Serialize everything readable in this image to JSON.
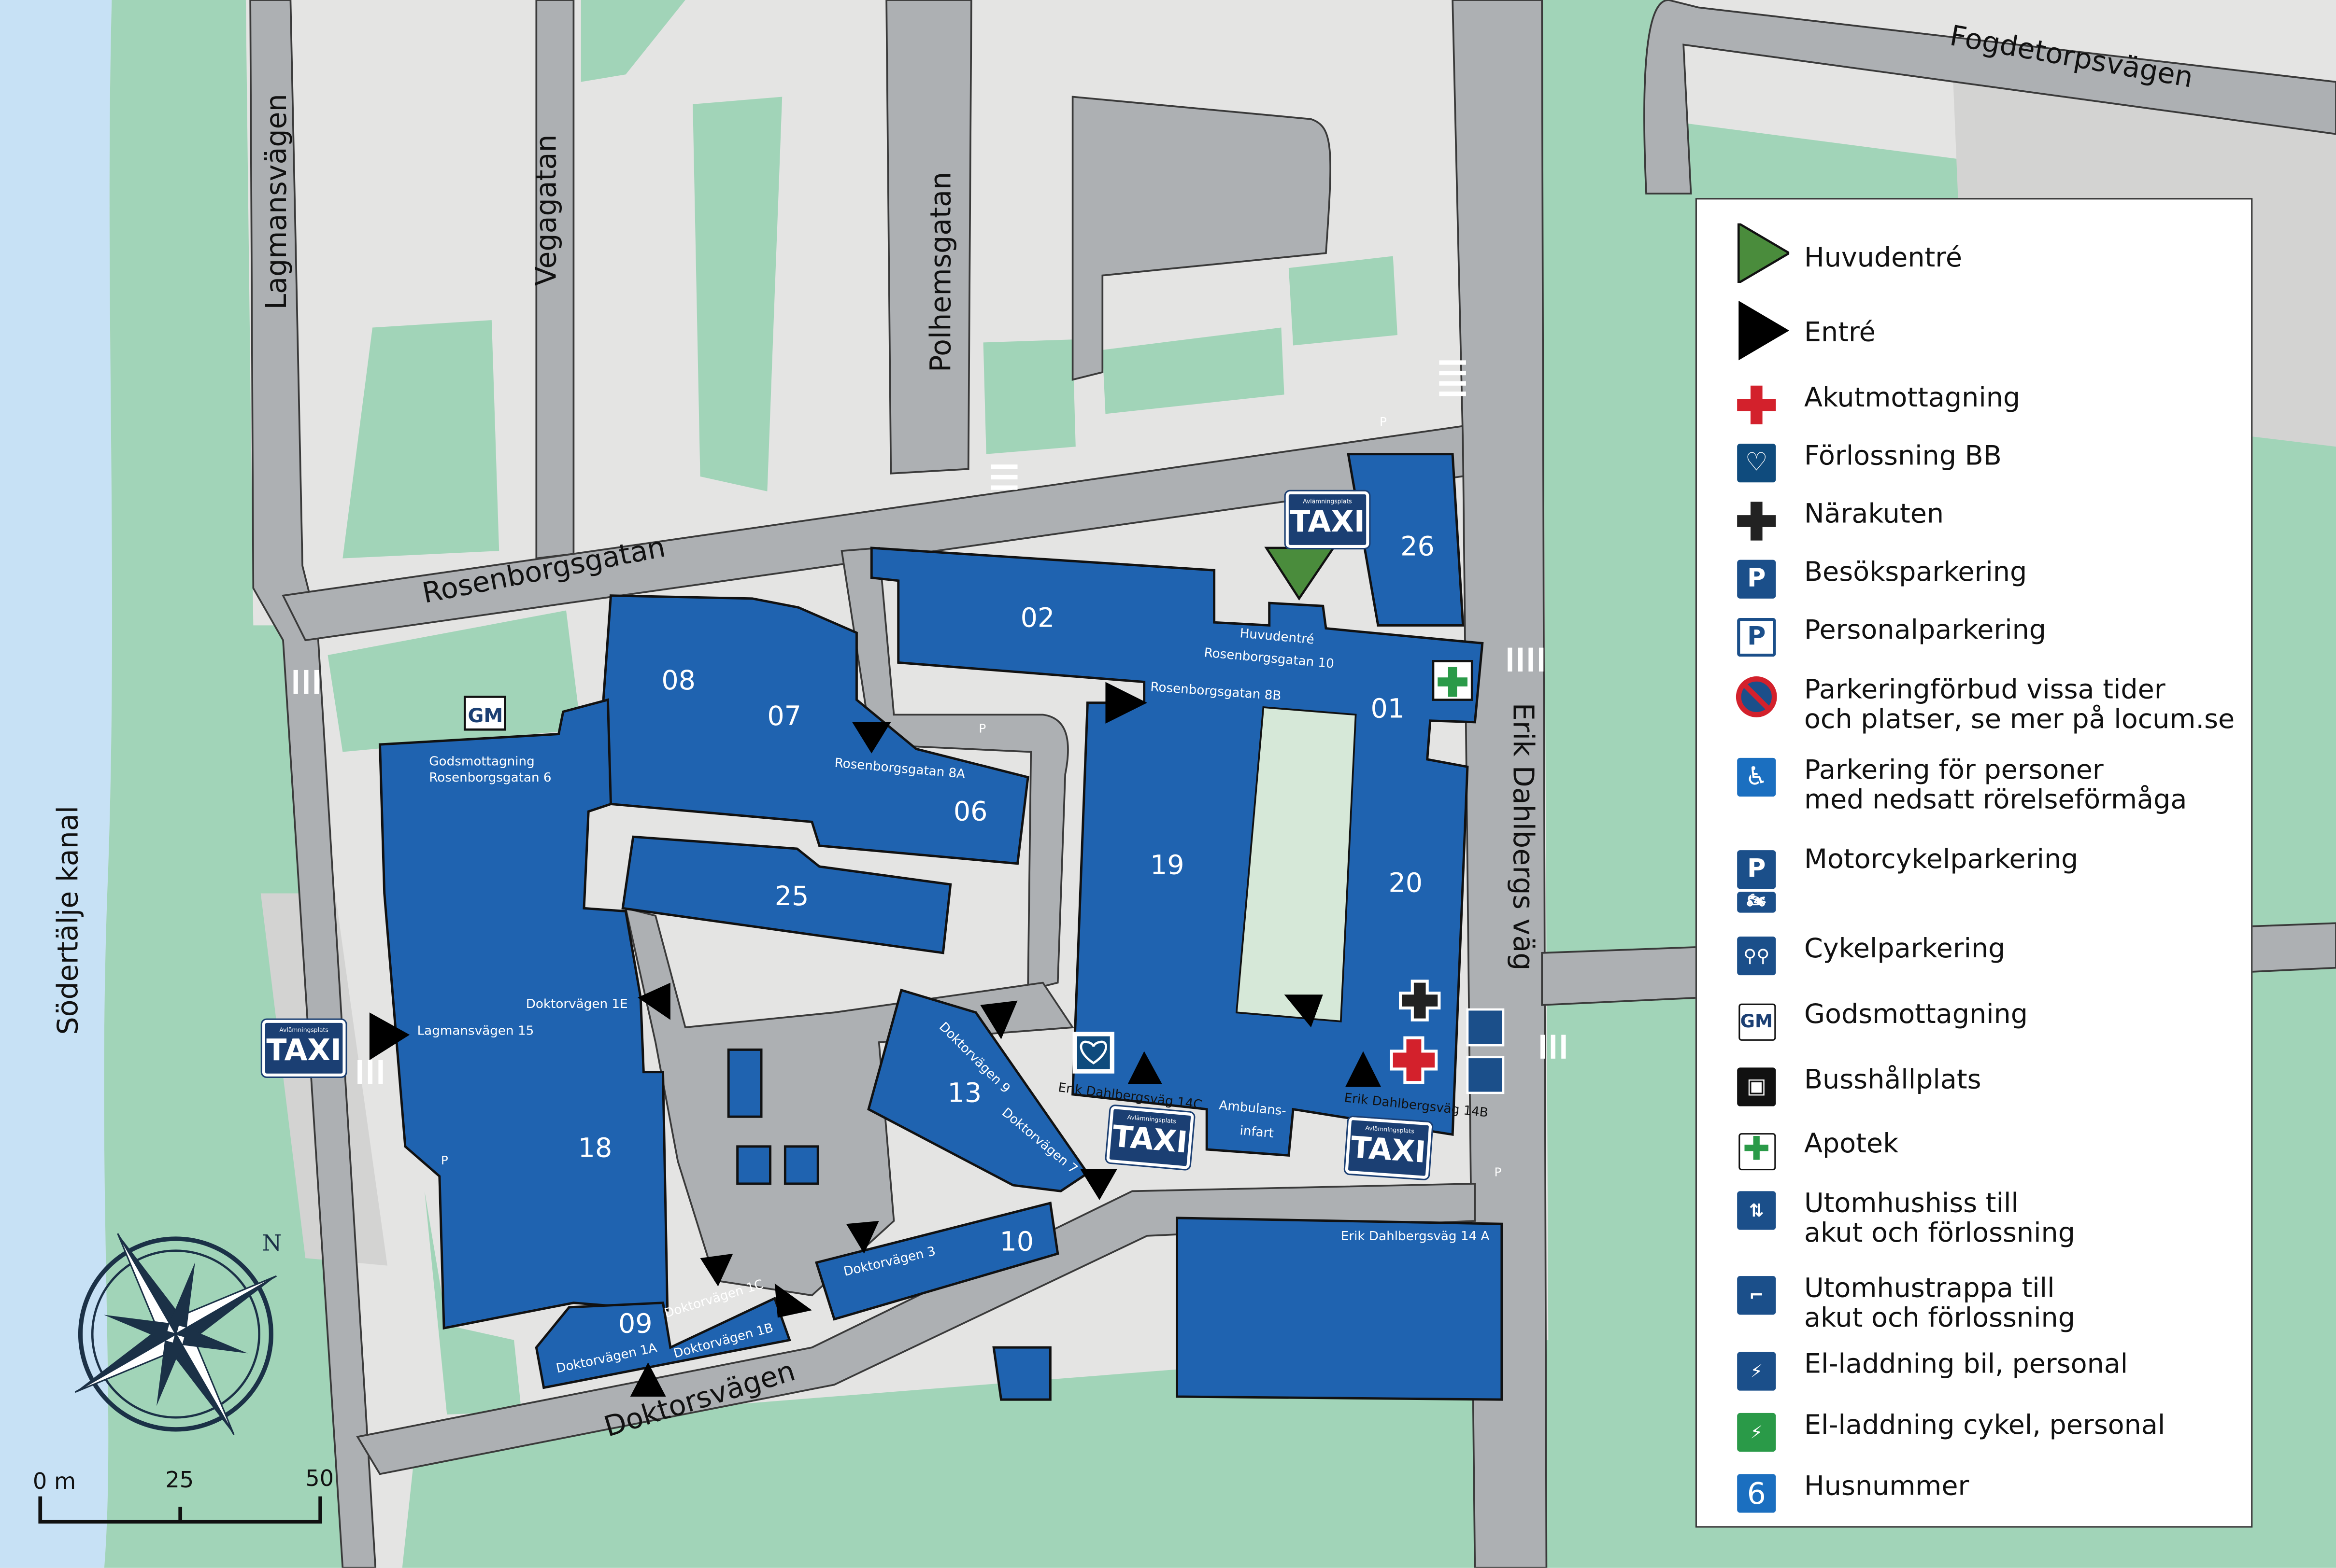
{
  "map": {
    "roads": {
      "lagmansvagen": "Lagmansvägen",
      "vegagatan": "Vegagatan",
      "polhemsgatan": "Polhemsgatan",
      "rosenborgsgatan": "Rosenborgsgatan",
      "fogdetorpsvagen": "Fogdetorpsvägen",
      "erik_dahlbergs_vag": "Erik Dahlbergs väg",
      "doktorsvagen": "Doktorsvägen",
      "sodertalje_kanal": "Södertälje kanal"
    },
    "buildings": [
      "02",
      "26",
      "01",
      "19",
      "20",
      "08",
      "07",
      "06",
      "25",
      "18",
      "13",
      "09",
      "10"
    ],
    "addresses": {
      "huvudentre": "Huvudentré",
      "rosenborgsgatan10": "Rosenborgsgatan 10",
      "rosenborgsgatan8b": "Rosenborgsgatan 8B",
      "rosenborgsgatan8a": "Rosenborgsgatan 8A",
      "godsmottagning": "Godsmottagning",
      "rosenborgsgatan6": "Rosenborgsgatan 6",
      "doktorvagen1e": "Doktorvägen 1E",
      "lagmansvagen15": "Lagmansvägen 15",
      "doktorvagen9": "Doktorvägen 9",
      "doktorvagen7": "Doktorvägen 7",
      "doktorvagen3": "Doktorvägen 3",
      "doktorvagen1c": "Doktorvägen 1C",
      "doktorvagen1b": "Doktorvägen 1B",
      "doktorvagen1a": "Doktorvägen 1A",
      "erik14c": "Erik Dahlbergsväg 14C",
      "erik14b": "Erik Dahlbergsväg 14B",
      "erik14a": "Erik Dahlbergsväg 14 A",
      "ambulans1": "Ambulans-",
      "ambulans2": "infart"
    },
    "taxi_small": "Avlämningsplats",
    "taxi": "TAXI",
    "gm": "GM",
    "parking_p": "P",
    "compass_n": "N",
    "scale": {
      "s0": "0 m",
      "s25": "25",
      "s50": "50"
    }
  },
  "legend": [
    {
      "icon": "green-triangle-icon",
      "label": "Huvudentré"
    },
    {
      "icon": "black-triangle-icon",
      "label": "Entré"
    },
    {
      "icon": "red-cross-icon",
      "label": "Akutmottagning"
    },
    {
      "icon": "heart-feet-icon",
      "label": "Förlossning BB"
    },
    {
      "icon": "black-cross-icon",
      "label": "Närakuten"
    },
    {
      "icon": "parking-visitor-icon",
      "label": "Besöksparkering"
    },
    {
      "icon": "parking-staff-icon",
      "label": "Personalparkering"
    },
    {
      "icon": "no-parking-icon",
      "label": "Parkeringförbud vissa tider",
      "label2": "och platser, se mer på locum.se"
    },
    {
      "icon": "wheelchair-icon",
      "label": "Parkering för personer",
      "label2": "med nedsatt rörelseförmåga"
    },
    {
      "icon": "motorcycle-parking-icon",
      "label": "Motorcykelparkering"
    },
    {
      "icon": "bicycle-icon",
      "label": "Cykelparkering"
    },
    {
      "icon": "goods-reception-icon",
      "label": "Godsmottagning"
    },
    {
      "icon": "bus-icon",
      "label": "Busshållplats"
    },
    {
      "icon": "pharmacy-icon",
      "label": "Apotek"
    },
    {
      "icon": "elevator-icon",
      "label": "Utomhushiss till",
      "label2": "akut och förlossning"
    },
    {
      "icon": "stairs-icon",
      "label": "Utomhustrappa till",
      "label2": "akut och förlossning"
    },
    {
      "icon": "ev-car-icon",
      "label": "El-laddning bil, personal"
    },
    {
      "icon": "ev-bike-icon",
      "label": "El-laddning cykel, personal"
    },
    {
      "icon": "house-number-icon",
      "label": "Husnummer",
      "glyph": "6"
    }
  ],
  "colors": {
    "building": "#1f63b0",
    "road": "#adb0b3",
    "green": "#a1d4b8",
    "water": "#c7e1f5",
    "entrance_main": "#4a8c3c"
  }
}
